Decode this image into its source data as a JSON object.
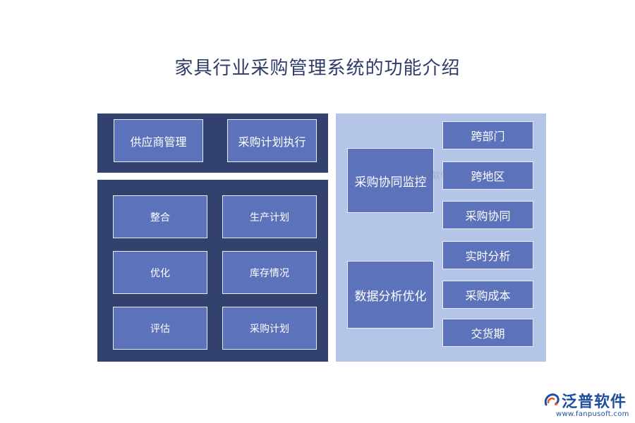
{
  "title": "家具行业采购管理系统的功能介绍",
  "top_panel": {
    "items": [
      "供应商管理",
      "采购计划执行"
    ]
  },
  "bottom_panel": {
    "items": [
      "整合",
      "生产计划",
      "优化",
      "库存情况",
      "评估",
      "采购计划"
    ]
  },
  "right_panel": {
    "groups": [
      {
        "label": "采购协同监控",
        "children": [
          "跨部门",
          "跨地区",
          "采购协同"
        ]
      },
      {
        "label": "数据分析优化",
        "children": [
          "实时分析",
          "采购成本",
          "交货期"
        ]
      }
    ]
  },
  "watermark": "泛普软件",
  "logo": {
    "name": "泛普软件",
    "url": "www.fanpusoft.com"
  },
  "colors": {
    "dark_panel": "#33416f",
    "light_panel": "#b4c5e8",
    "box": "#5c73bb",
    "title": "#2f3b68",
    "logo": "#1f4e9a"
  }
}
